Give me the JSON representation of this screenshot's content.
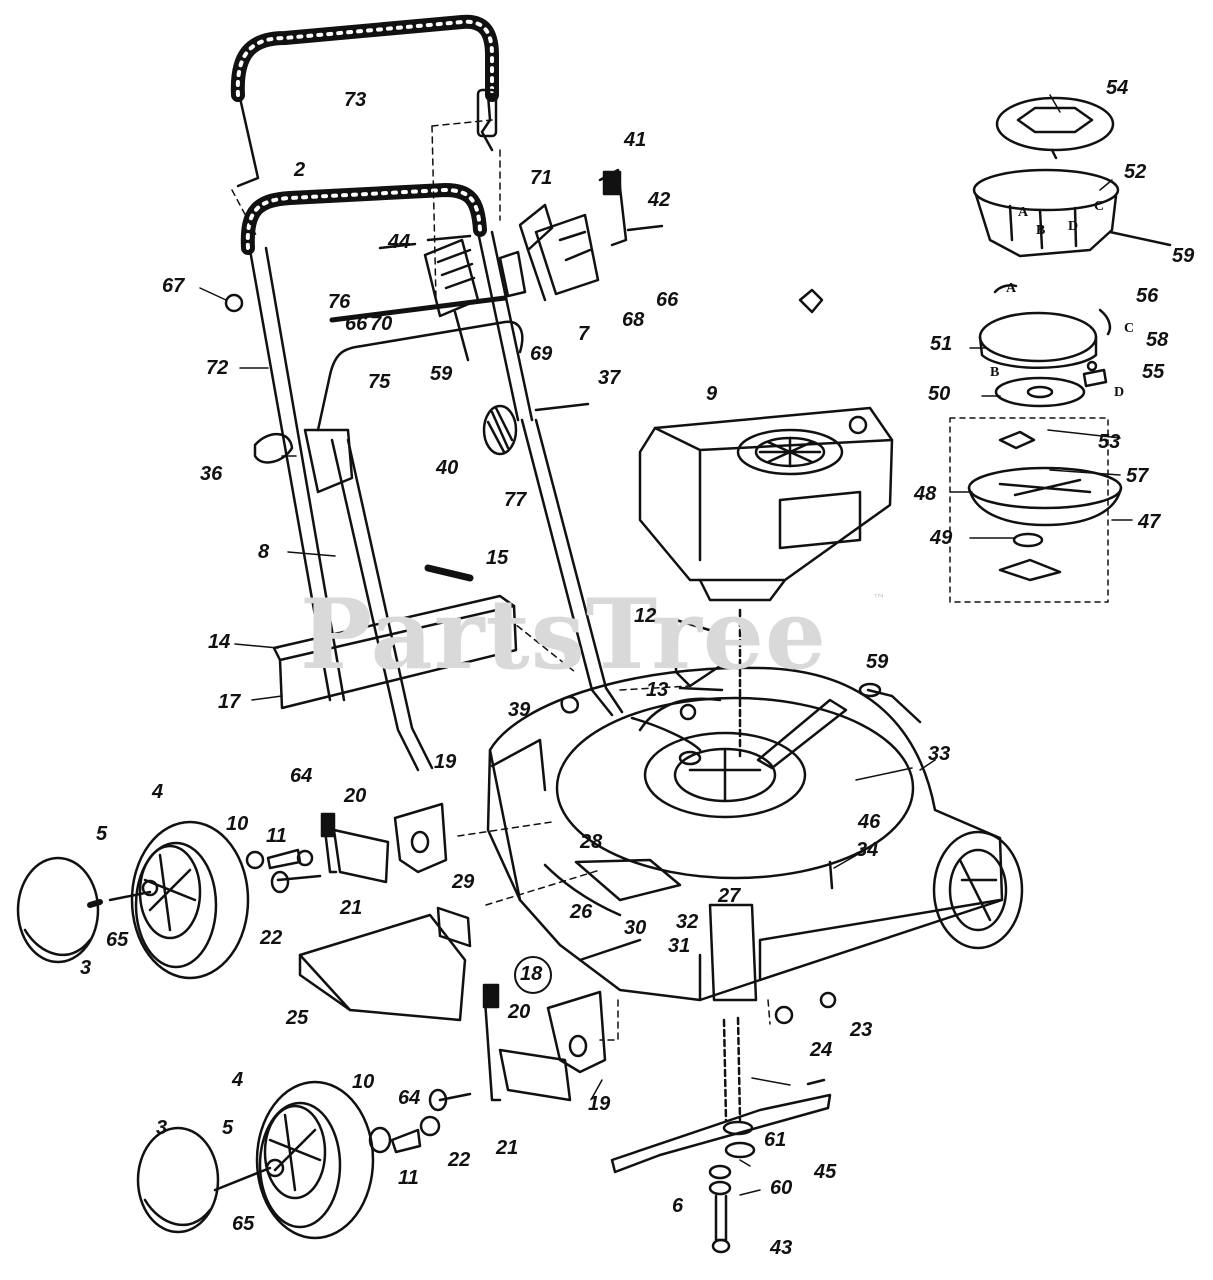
{
  "watermark": {
    "text": "PartsTree",
    "tm": "™"
  },
  "labels": {
    "l73": "73",
    "l54": "54",
    "l2": "2",
    "l41": "41",
    "l71": "71",
    "l42": "42",
    "l52": "52",
    "l44": "44",
    "l59a": "59",
    "l67": "67",
    "l66a": "66",
    "l70": "70",
    "l66b": "66",
    "l68": "68",
    "l7": "7",
    "l69": "69",
    "l56": "56",
    "l51": "51",
    "l58": "58",
    "l55": "55",
    "l72": "72",
    "l75": "75",
    "l59b": "59",
    "l76": "76",
    "l37": "37",
    "l9": "9",
    "l50": "50",
    "l53": "53",
    "l57": "57",
    "l48": "48",
    "l47": "47",
    "l49": "49",
    "l36": "36",
    "l40": "40",
    "l77": "77",
    "l8": "8",
    "l15": "15",
    "l14": "14",
    "l12": "12",
    "l59c": "59",
    "l17": "17",
    "l39": "39",
    "l13": "13",
    "l33": "33",
    "l4a": "4",
    "l64a": "64",
    "l19a": "19",
    "l20a": "20",
    "l10a": "10",
    "l11a": "11",
    "l5a": "5",
    "l46": "46",
    "l28": "28",
    "l34": "34",
    "l65a": "65",
    "l22a": "22",
    "l21a": "21",
    "l29": "29",
    "l27": "27",
    "l26": "26",
    "l32": "32",
    "l30": "30",
    "l31": "31",
    "l3a": "3",
    "l25": "25",
    "l18": "18",
    "l20b": "20",
    "l23": "23",
    "l24": "24",
    "l4b": "4",
    "l10b": "10",
    "l64b": "64",
    "l19b": "19",
    "l3b": "3",
    "l5b": "5",
    "l61": "61",
    "l22b": "22",
    "l21b": "21",
    "l45": "45",
    "l11b": "11",
    "l60": "60",
    "l65b": "65",
    "l6": "6",
    "l43": "43"
  },
  "letters": {
    "a1": "A",
    "c1": "C",
    "b1": "B",
    "d1": "D",
    "a2": "A",
    "c2": "C",
    "b2": "B",
    "d2": "D"
  }
}
